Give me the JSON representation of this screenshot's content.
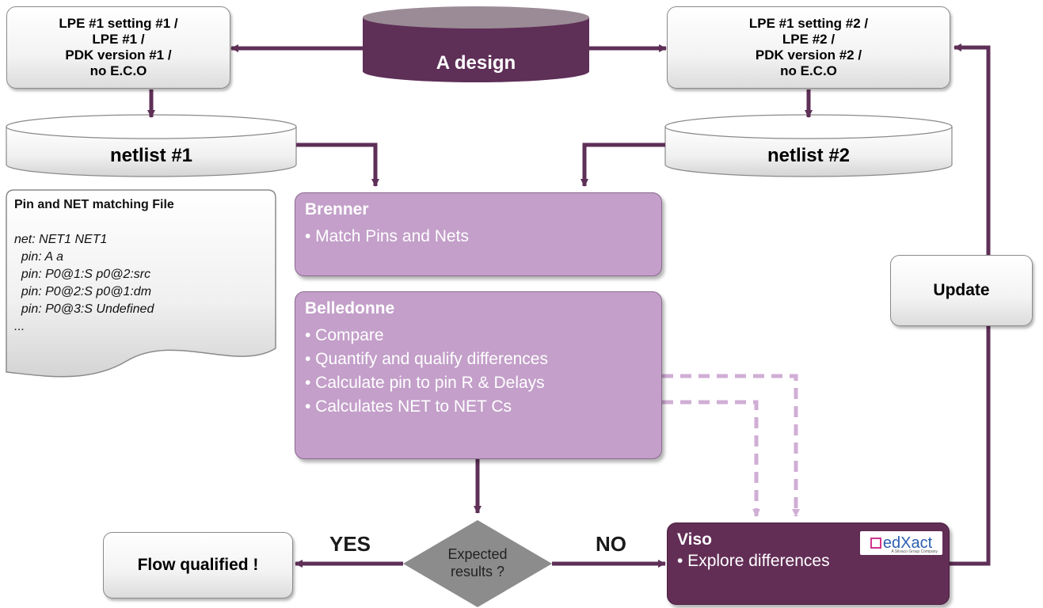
{
  "colors": {
    "dark_purple": "#5e2f57",
    "light_purple": "#c39fc9",
    "dashed_arrow": "#d0aed5",
    "diamond": "#8c8c8c"
  },
  "setting1": {
    "lines": [
      "LPE #1 setting #1 /",
      "LPE #1 /",
      "PDK version #1 /",
      "no E.C.O"
    ]
  },
  "setting2": {
    "lines": [
      "LPE #1 setting #2 /",
      "LPE #2 /",
      "PDK version #2 /",
      "no E.C.O"
    ]
  },
  "design": {
    "label": "A design"
  },
  "netlist1": {
    "label": "netlist #1"
  },
  "netlist2": {
    "label": "netlist #2"
  },
  "pinfile": {
    "title": "Pin and NET matching File",
    "lines": [
      "net: NET1 NET1",
      "  pin: A a",
      "  pin: P0@1:S p0@2:src",
      "  pin: P0@2:S p0@1:dm",
      "  pin: P0@3:S Undefined",
      "..."
    ]
  },
  "brenner": {
    "title": "Brenner",
    "bullets": [
      "• Match Pins and Nets"
    ]
  },
  "belledonne": {
    "title": "Belledonne",
    "bullets": [
      "• Compare",
      "• Quantify and qualify differences",
      "• Calculate pin to pin R & Delays",
      "• Calculates NET to NET Cs"
    ]
  },
  "update": {
    "label": "Update"
  },
  "decision": {
    "line1": "Expected",
    "line2": "results ?"
  },
  "yes": {
    "label": "YES"
  },
  "no": {
    "label": "NO"
  },
  "flow": {
    "label": "Flow qualified !"
  },
  "viso": {
    "title": "Viso",
    "bullets": [
      "• Explore differences"
    ],
    "logo_text": "edXact",
    "logo_sub": "A Silvaco Group Company"
  }
}
